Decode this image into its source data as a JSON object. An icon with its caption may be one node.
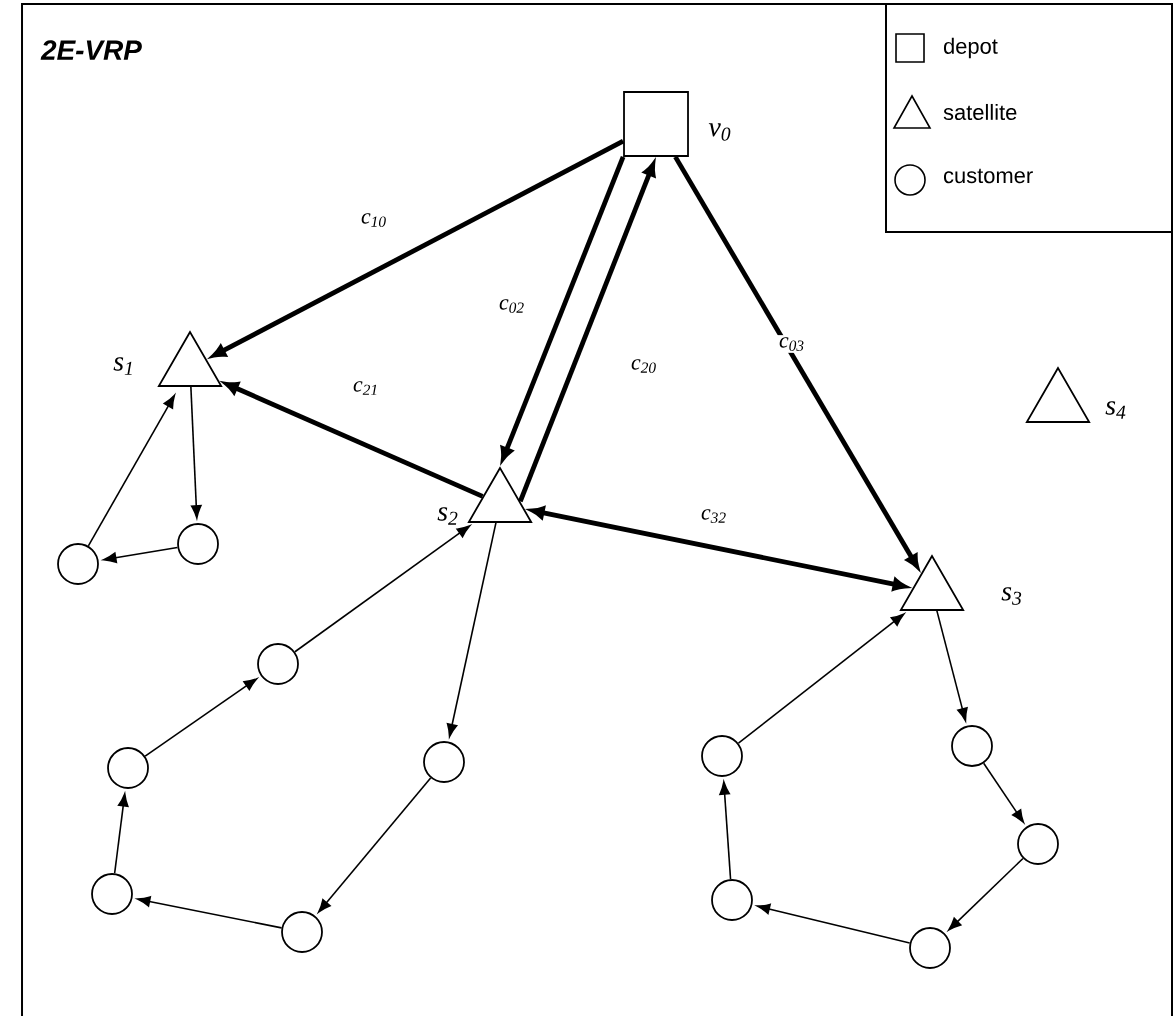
{
  "diagram": {
    "title": "2E-VRP",
    "nodes": [
      {
        "text": [],
        "shape": "box",
        "beside": [
          "v$_{0}$"
        ]
      },
      {
        "text": [],
        "shape": "triangle",
        "beside": [
          "s$_{1}$"
        ]
      },
      {
        "text": [],
        "shape": "triangle",
        "beside": [
          "s$_{2}$"
        ]
      },
      {
        "text": [],
        "shape": "triangle",
        "beside": [
          "s$_{3}$"
        ]
      },
      {
        "text": [],
        "shape": "triangle",
        "beside": [
          "s$_{4}$"
        ]
      },
      {
        "text": [],
        "shape": "circle"
      },
      {
        "text": [],
        "shape": "circle"
      },
      {
        "text": [],
        "shape": "circle"
      },
      {
        "text": [],
        "shape": "circle"
      },
      {
        "text": [],
        "shape": "circle"
      },
      {
        "text": [],
        "shape": "circle"
      },
      {
        "text": [],
        "shape": "circle"
      },
      {
        "text": [],
        "shape": "circle"
      },
      {
        "text": [],
        "shape": "circle"
      },
      {
        "text": [],
        "shape": "circle"
      },
      {
        "text": [],
        "shape": "circle"
      },
      {
        "text": [],
        "shape": "circle"
      }
    ],
    "edges": [
      {
        "from": 0,
        "to": 1,
        "arrow": "to",
        "label": "c$_{10}$",
        "style": "thick"
      },
      {
        "from": 2,
        "to": 1,
        "arrow": "to",
        "label": "c$_{21}$",
        "style": "thick"
      },
      {
        "from": 0,
        "to": 2,
        "arrow": "to",
        "label": "c$_{02}$",
        "style": "thick"
      },
      {
        "from": 2,
        "to": 0,
        "arrow": "to",
        "label": "c$_{20}$",
        "style": "thick"
      },
      {
        "from": 0,
        "to": 3,
        "arrow": "to",
        "label": "c$_{03}$",
        "style": "thick"
      },
      {
        "from": 2,
        "to": 3,
        "arrow": "both",
        "label": "c$_{32}$",
        "style": "thick"
      },
      {
        "from": 1,
        "to": 6,
        "arrow": "to"
      },
      {
        "from": 6,
        "to": 5,
        "arrow": "to"
      },
      {
        "from": 5,
        "to": 1,
        "arrow": "to"
      },
      {
        "from": 2,
        "to": 8,
        "arrow": "to"
      },
      {
        "from": 8,
        "to": 11,
        "arrow": "to"
      },
      {
        "from": 11,
        "to": 10,
        "arrow": "to"
      },
      {
        "from": 10,
        "to": 9,
        "arrow": "to"
      },
      {
        "from": 9,
        "to": 7,
        "arrow": "to"
      },
      {
        "from": 7,
        "to": 2,
        "arrow": "to"
      },
      {
        "from": 3,
        "to": 12,
        "arrow": "to"
      },
      {
        "from": 12,
        "to": 14,
        "arrow": "to"
      },
      {
        "from": 14,
        "to": 16,
        "arrow": "to"
      },
      {
        "from": 16,
        "to": 15,
        "arrow": "to"
      },
      {
        "from": 15,
        "to": 13,
        "arrow": "to"
      },
      {
        "from": 13,
        "to": 3,
        "arrow": "to"
      }
    ],
    "legend": [
      {
        "text": "depot"
      },
      {
        "text": "satellite"
      },
      {
        "text": "customer"
      }
    ]
  }
}
